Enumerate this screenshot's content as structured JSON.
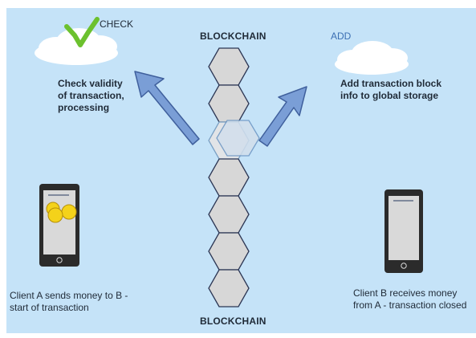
{
  "diagram": {
    "labels": {
      "blockchain_top": "BLOCKCHAIN",
      "blockchain_bottom": "BLOCKCHAIN",
      "check": "CHECK",
      "add": "ADD",
      "check_desc": "Check validity\nof transaction,\nprocessing",
      "add_desc": "Add transaction block\ninfo to global storage",
      "client_a": "Client A sends money to B -\nstart of transaction",
      "client_b": "Client B receives money\nfrom A - transaction closed"
    },
    "colors": {
      "background": "#c5e3f8",
      "hexagon_fill": "#d7d7d7",
      "hexagon_stroke": "#2b3553",
      "arrow_fill": "#7a9ed6",
      "arrow_stroke": "#3f5f9c",
      "checkmark": "#6cc12e",
      "coin": "#f4d21a",
      "phone_body": "#2b2b2b",
      "phone_screen": "#d9d9d9"
    },
    "icons": {
      "checkmark": "checkmark-icon",
      "cloud": "cloud-icon",
      "phone": "smartphone-icon",
      "coins": "coins-icon"
    }
  }
}
